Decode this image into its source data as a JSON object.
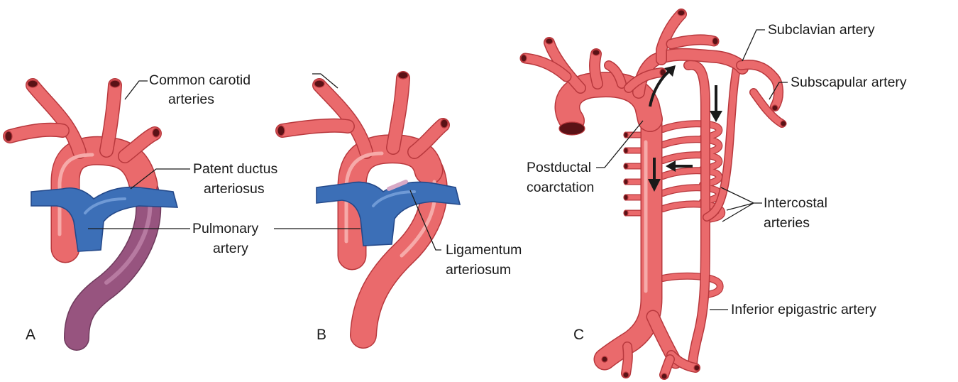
{
  "panels": {
    "a": {
      "letter": "A",
      "labels": {
        "carotid_1": "Common carotid",
        "carotid_2": "arteries",
        "ductus_1": "Patent ductus",
        "ductus_2": "arteriosus",
        "pulmonary_1": "Pulmonary",
        "pulmonary_2": "artery"
      }
    },
    "b": {
      "letter": "B",
      "labels": {
        "ligamentum_1": "Ligamentum",
        "ligamentum_2": "arteriosum"
      }
    },
    "c": {
      "letter": "C",
      "labels": {
        "subclavian": "Subclavian artery",
        "subscapular": "Subscapular artery",
        "postductal_1": "Postductal",
        "postductal_2": "coarctation",
        "intercostal_1": "Intercostal",
        "intercostal_2": "arteries",
        "epigastric": "Inferior epigastric artery"
      }
    }
  },
  "colors": {
    "artery": "#ea6a6c",
    "artery_outline": "#b8383d",
    "pulmonary": "#3c6fb7",
    "ductus": "#97547f",
    "flow_arrow": "#1a1a1a"
  }
}
